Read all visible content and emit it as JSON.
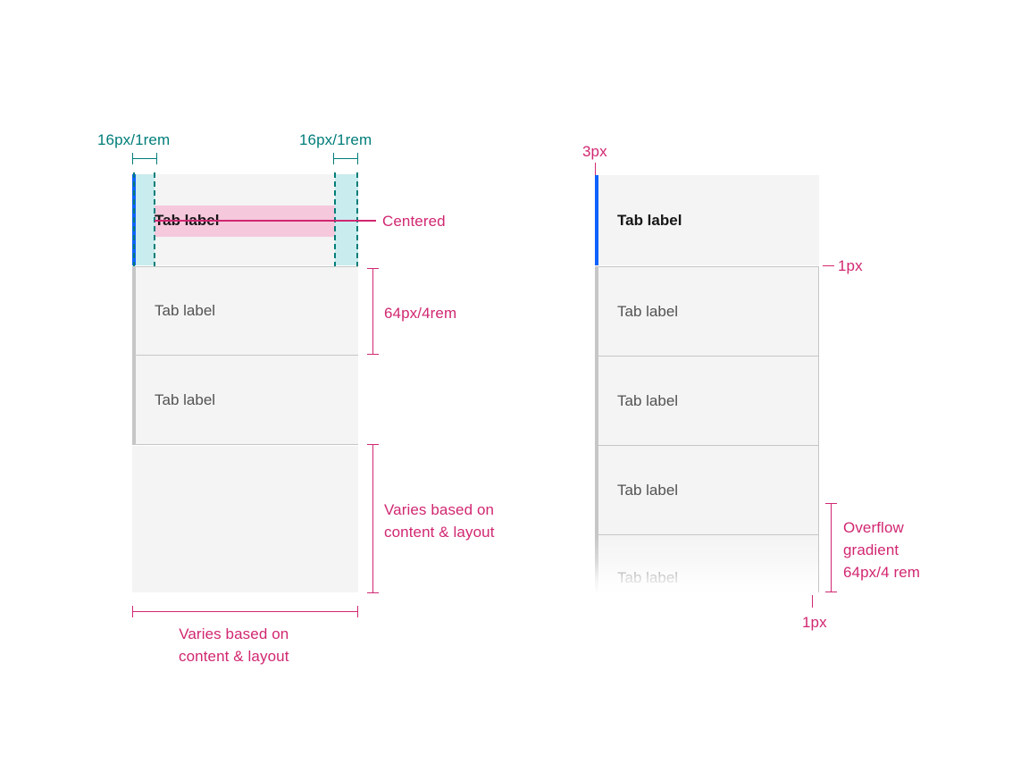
{
  "left_diagram": {
    "top_padding_left_label": "16px/1rem",
    "top_padding_right_label": "16px/1rem",
    "centered_label": "Centered",
    "tab_height_label": "64px/4rem",
    "height_varies_label": "Varies based on\ncontent & layout",
    "width_varies_label": "Varies based on\ncontent & layout",
    "tabs": [
      {
        "label": "Tab label",
        "state": "active"
      },
      {
        "label": "Tab label",
        "state": "inactive"
      },
      {
        "label": "Tab label",
        "state": "inactive"
      }
    ]
  },
  "right_diagram": {
    "selected_bar_label": "3px",
    "divider_label": "1px",
    "bottom_border_label": "1px",
    "overflow_label": "Overflow\ngradient\n64px/4 rem",
    "tabs": [
      {
        "label": "Tab label",
        "state": "active"
      },
      {
        "label": "Tab label",
        "state": "inactive"
      },
      {
        "label": "Tab label",
        "state": "inactive"
      },
      {
        "label": "Tab label",
        "state": "inactive"
      },
      {
        "label": "Tab label",
        "state": "faded"
      }
    ]
  },
  "colors": {
    "selected_blue": "#0f62fe",
    "annotation_pink": "#d12771",
    "annotation_teal": "#007d79",
    "padding_fill": "#c9ecee",
    "center_band": "#f5c8dc",
    "tab_background": "#f4f4f4",
    "tab_border_gray": "#c6c6c6",
    "label_gray": "#525252",
    "label_dark": "#161616"
  }
}
